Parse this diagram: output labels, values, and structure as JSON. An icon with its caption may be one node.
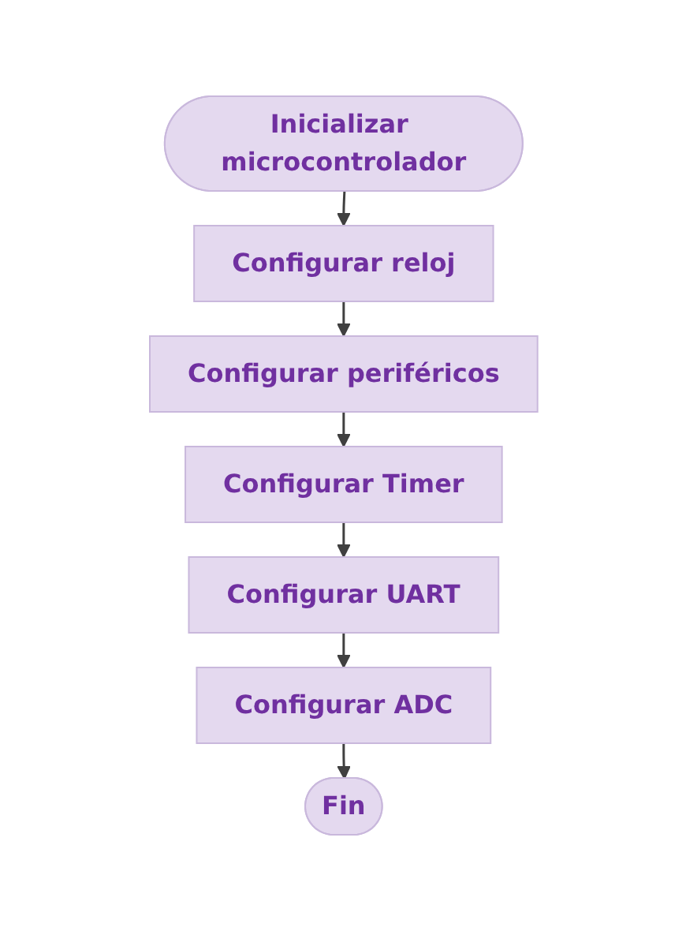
{
  "diagram": {
    "nodes": [
      {
        "text": [
          "Inicializar microcontrolador"
        ]
      },
      {
        "text": [
          "Configurar reloj"
        ]
      },
      {
        "text": [
          "Configurar periféricos"
        ]
      },
      {
        "text": [
          "Configurar Timer"
        ]
      },
      {
        "text": [
          "Configurar UART"
        ]
      },
      {
        "text": [
          "Configurar ADC"
        ]
      },
      {
        "text": [
          "Fin"
        ]
      }
    ],
    "edges": [
      {
        "from": 0,
        "to": 1,
        "arrow": "to"
      },
      {
        "from": 1,
        "to": 2,
        "arrow": "to"
      },
      {
        "from": 2,
        "to": 3,
        "arrow": "to"
      },
      {
        "from": 3,
        "to": 4,
        "arrow": "to"
      },
      {
        "from": 4,
        "to": 5,
        "arrow": "to"
      },
      {
        "from": 5,
        "to": 6,
        "arrow": "to"
      }
    ]
  }
}
